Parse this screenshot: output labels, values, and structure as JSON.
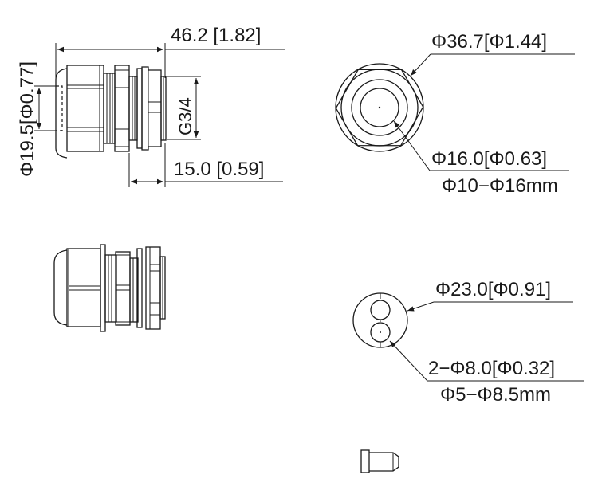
{
  "drawing": {
    "subject": "cable gland technical drawing",
    "side_view_top": {
      "overall_length": "46.2 [1.82]",
      "thread_length": "15.0 [0.59]",
      "thread_size": "G3/4",
      "cable_bore": "Φ19.5[Φ0.77]"
    },
    "end_view_single": {
      "outer_diameter": "Φ36.7[Φ1.44]",
      "seal_diameter": "Φ16.0[Φ0.63]",
      "cable_range": "Φ10−Φ16mm"
    },
    "side_view_bottom": {},
    "end_view_double": {
      "outer_diameter": "Φ23.0[Φ0.91]",
      "hole_diameter": "2−Φ8.0[Φ0.32]",
      "cable_range": "Φ5−Φ8.5mm"
    },
    "plug": {}
  }
}
